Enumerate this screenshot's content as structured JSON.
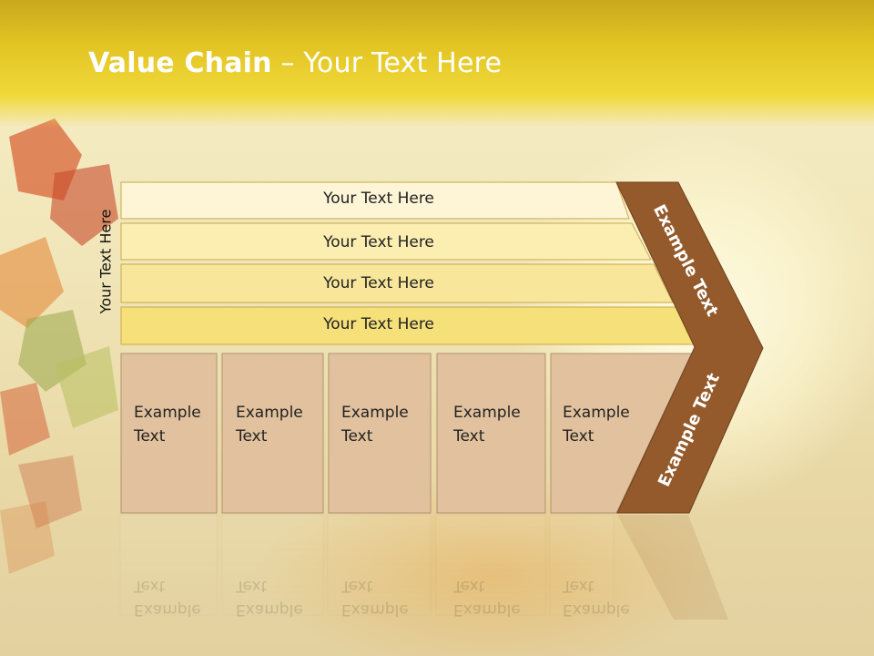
{
  "title": {
    "bold": "Value Chain",
    "rest": " – Your Text Here"
  },
  "side_label": "Your Text Here",
  "bars": [
    {
      "label": "Your Text Here"
    },
    {
      "label": "Your Text Here"
    },
    {
      "label": "Your Text Here"
    },
    {
      "label": "Your Text Here"
    }
  ],
  "boxes": [
    {
      "label": "Example\nText"
    },
    {
      "label": "Example\nText"
    },
    {
      "label": "Example\nText"
    },
    {
      "label": "Example\nText"
    },
    {
      "label": "Example\nText"
    }
  ],
  "arrow": {
    "upper": "Example Text",
    "lower": "Example Text"
  },
  "colors": {
    "bar_fills": [
      "#fdf5d6",
      "#fbeeb0",
      "#f8e79a",
      "#f5e07a"
    ],
    "bar_stroke": "#c9a94a",
    "box_fill": "#e2c29e",
    "box_stroke": "#b09070",
    "arrow_fill": "#945a2c",
    "arrow_stroke": "#6e4220"
  }
}
